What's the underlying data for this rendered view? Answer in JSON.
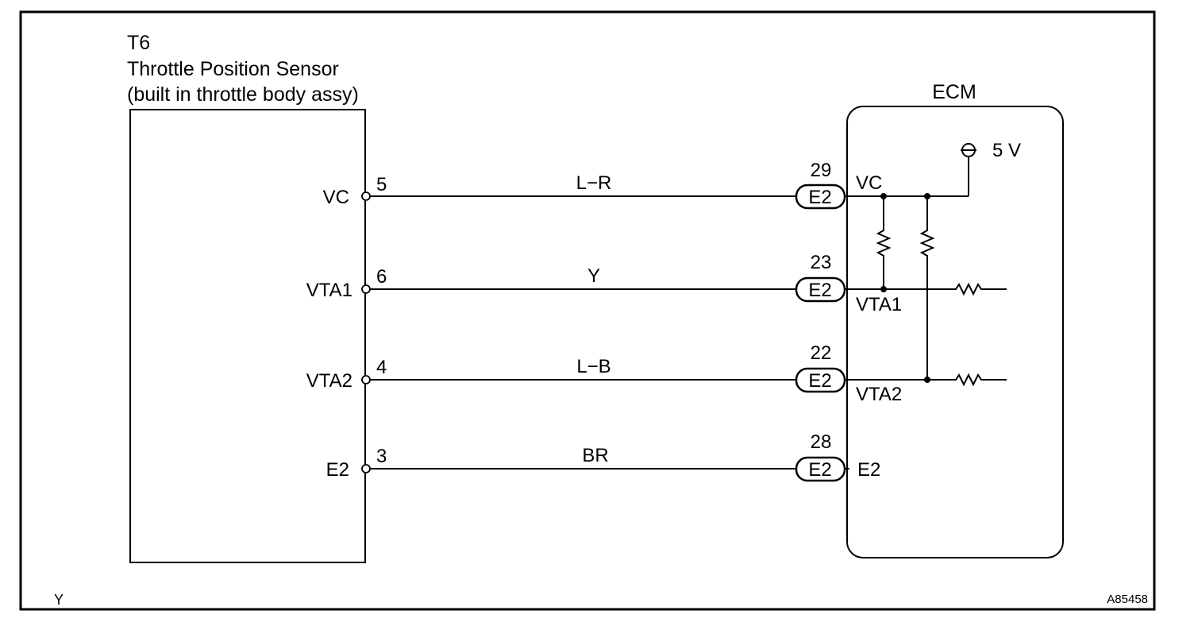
{
  "sensor": {
    "code": "T6",
    "name": "Throttle Position Sensor",
    "note": "(built in throttle body assy)"
  },
  "ecm": {
    "title": "ECM",
    "supply": "5 V"
  },
  "wires": [
    {
      "id": "vc",
      "sensor_pin_label": "VC",
      "sensor_pin": "5",
      "color": "L−R",
      "ecm_pin": "29",
      "connector": "E2",
      "ecm_label": "VC"
    },
    {
      "id": "vta1",
      "sensor_pin_label": "VTA1",
      "sensor_pin": "6",
      "color": "Y",
      "ecm_pin": "23",
      "connector": "E2",
      "ecm_label": "VTA1"
    },
    {
      "id": "vta2",
      "sensor_pin_label": "VTA2",
      "sensor_pin": "4",
      "color": "L−B",
      "ecm_pin": "22",
      "connector": "E2",
      "ecm_label": "VTA2"
    },
    {
      "id": "e2",
      "sensor_pin_label": "E2",
      "sensor_pin": "3",
      "color": "BR",
      "ecm_pin": "28",
      "connector": "E2",
      "ecm_label": "E2"
    }
  ],
  "footer": {
    "left": "Y",
    "figure_id": "A85458"
  }
}
